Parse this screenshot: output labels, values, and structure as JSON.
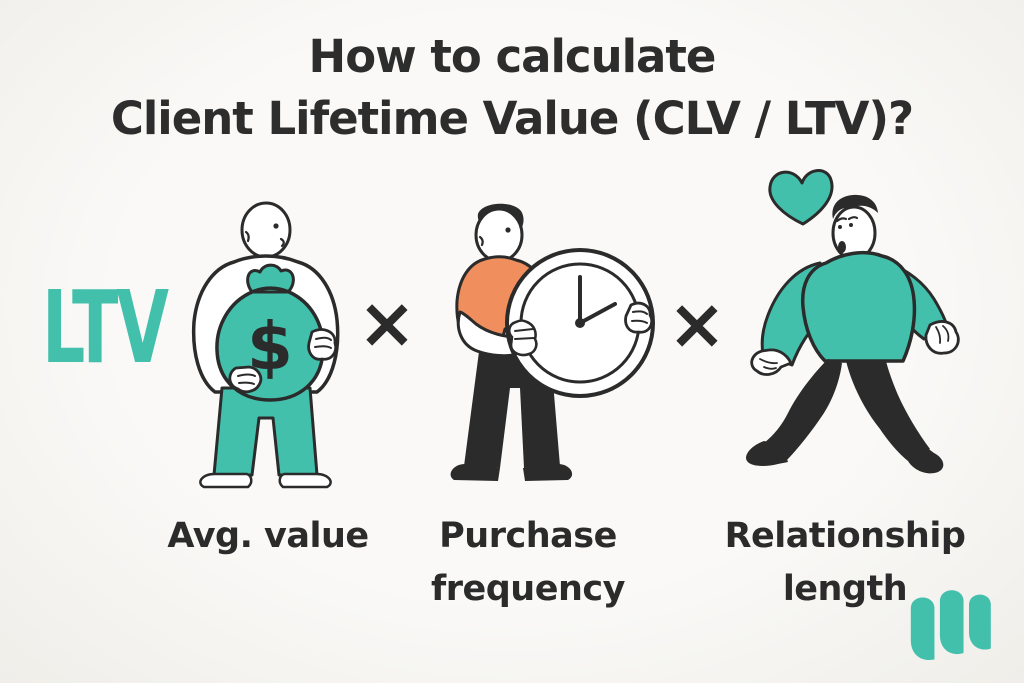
{
  "title": {
    "line1": "How to calculate",
    "line2": "Client Lifetime Value (CLV / LTV)?"
  },
  "formula": {
    "result_label": "LTV",
    "operator": "×",
    "factors": [
      {
        "label": "Avg. value",
        "icon": "person-hugging-money-bag-icon",
        "icon_text": "$"
      },
      {
        "label": "Purchase frequency",
        "icon": "person-holding-clock-icon"
      },
      {
        "label": "Relationship length",
        "icon": "person-walking-with-heart-icon"
      }
    ]
  },
  "logo": {
    "icon": "brand-logo-triple-stroke-m"
  },
  "colors": {
    "teal": "#43c0ac",
    "orange": "#f08f5d",
    "ink": "#2b2b2b",
    "background": "#f7f6f3",
    "title_text": "#2d2d2d"
  }
}
